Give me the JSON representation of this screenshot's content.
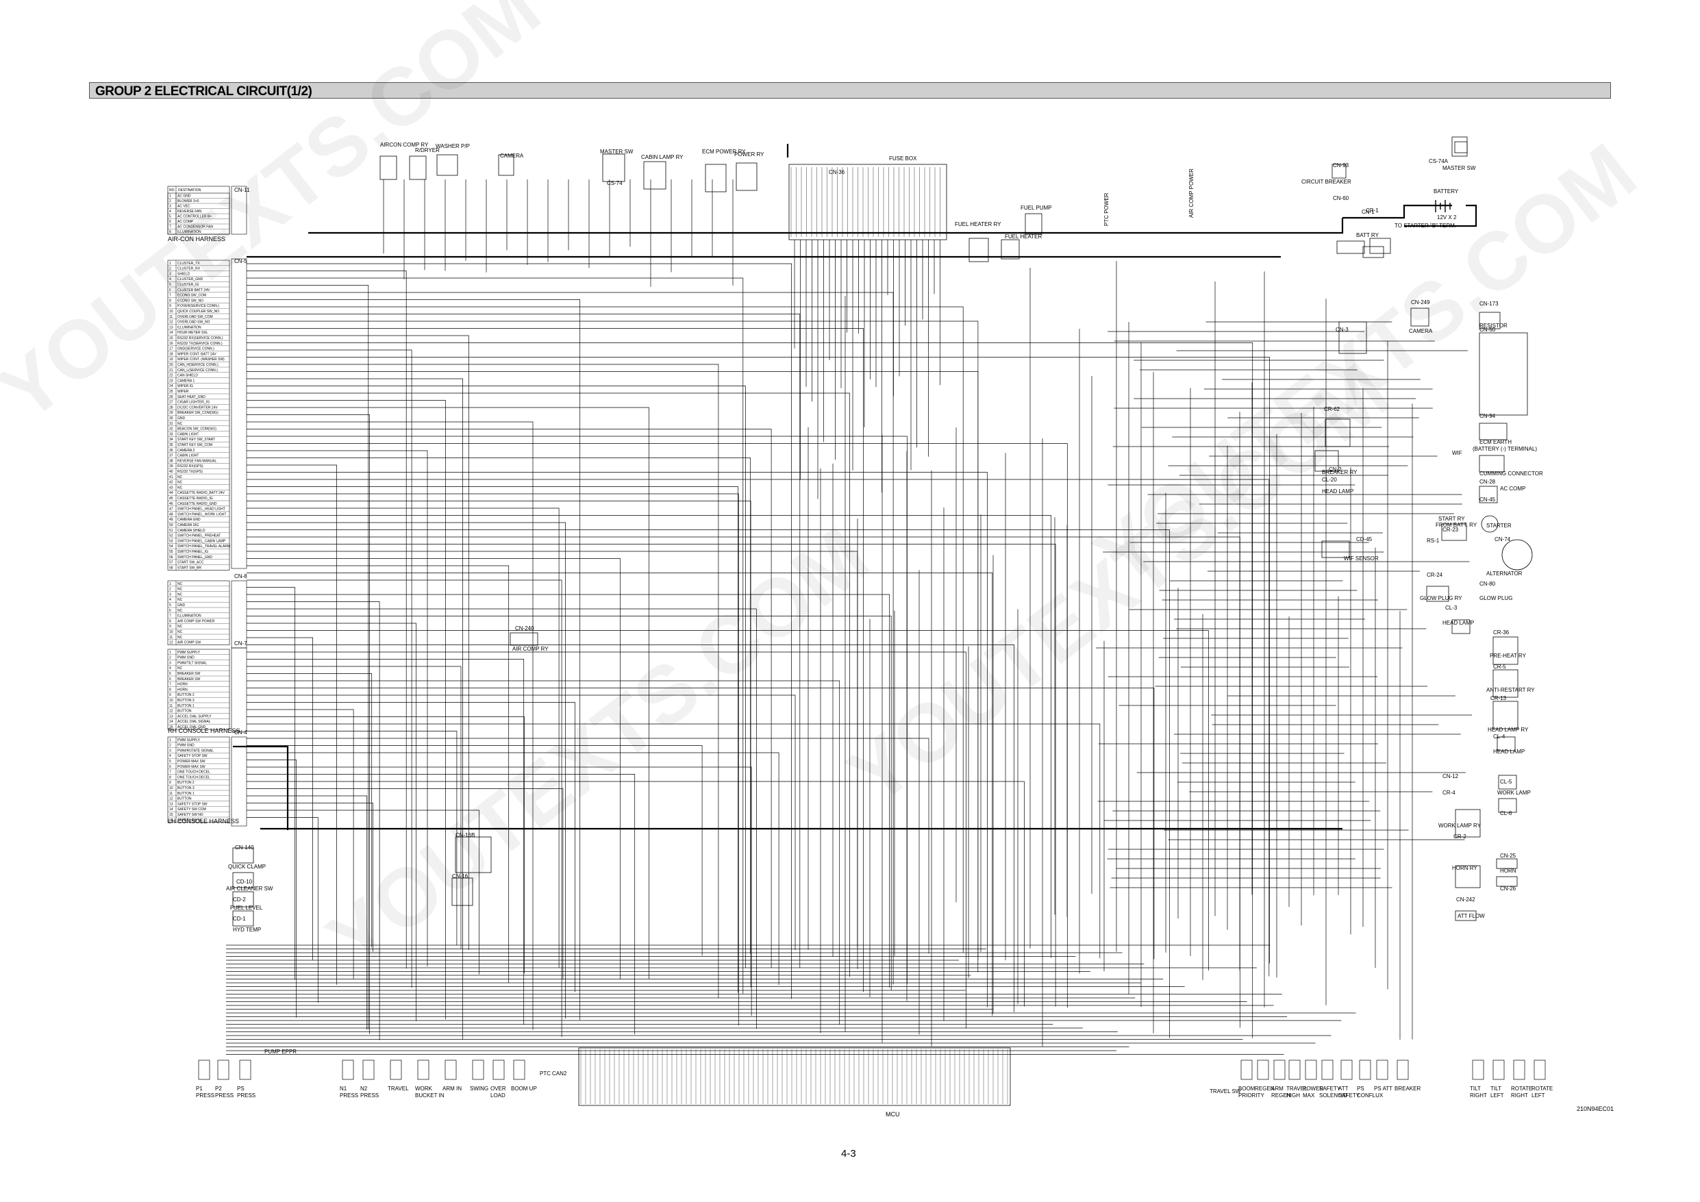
{
  "header": {
    "title": "GROUP  2  ELECTRICAL CIRCUIT(1/2)"
  },
  "footer": {
    "page_number": "4-3",
    "drawing_code": "210N94EC01"
  },
  "watermark": {
    "text": "YOUTEXTS.COM"
  },
  "colors": {
    "line": "#000000",
    "header_fill": "#cfcfcf",
    "background": "#ffffff"
  },
  "harnesses": {
    "aircon": {
      "connector": "CN-11",
      "caption": "AIR-CON HARNESS",
      "header": [
        "NO.",
        "DESTINATION"
      ],
      "rows": [
        "AC GND",
        "BLOWER 3+5",
        "AC VEC",
        "REVERSE FAN",
        "AC CONTROLLER B+",
        "AC COMP",
        "AC CONDENSOR FAN",
        "ILLUMINATION"
      ]
    },
    "cn5": {
      "connector": "CN-5",
      "rows": [
        "CLUSTER_TX",
        "CLUSTER_RX",
        "SHIELD",
        "CLUSTER_GND",
        "CLUSTER_IG",
        "CLUSTER BATT 24V",
        "ECONO SW_COM",
        "ECONO SW_NO",
        "P.OVER(SERVICE CONN.)",
        "QUICK COUPLER SW_NO",
        "OVERLOAD SW_COM",
        "OVERLOAD SW_NO",
        "ILLUMINATION",
        "HOUR METER SIG.",
        "RS232 RX(SERVICE CONN.)",
        "RS232 TX(SERVICE CONN.)",
        "GND(SERVICE CONN.)",
        "WIPER CONT. BATT 24V",
        "WIPER CONT. (WASHER SW)",
        "CAN_H(SERVICE CONN.)",
        "CAN_L(SERVICE CONN.)",
        "CAN SHIELD",
        "CAMERA 1",
        "WIPER IG",
        "WIPER",
        "SEAT HEAT_GND",
        "CIGAR LIGHTER_IG",
        "DC/DC CONVERTER 24V",
        "BREAKER SW_COM(SIG)",
        "GND",
        "NC",
        "BEACON SW_COM(SIG)",
        "CABIN LIGHT",
        "START KEY SW_START",
        "START KEY SW_COM",
        "CAMERA 2",
        "CABIN LIGHT",
        "REVERSE FAN MANUAL",
        "RS232 RX(GPS)",
        "RS232 TX(GPS)",
        "NC",
        "NC",
        "NC",
        "CASSETTE RADIO_BATT 24V",
        "CASSETTE RADIO_IG",
        "CASSETTE RADIO_GND",
        "SWITCH PANEL_HEAD LIGHT",
        "SWITCH PANEL_WORK LIGHT",
        "CAMERA GND",
        "CAMERA SIG",
        "CAMERA SHIELD",
        "SWITCH PANEL_PREHEAT",
        "SWITCH PANEL_CABIN LAMP",
        "SWITCH PANEL_TRAVEL ALARM",
        "SWITCH PANEL_IG",
        "SWITCH PANEL_GND",
        "START SW_ACC",
        "START SW_BR"
      ]
    },
    "cn8": {
      "connector": "CN-8",
      "rows": [
        "NC",
        "NC",
        "NC",
        "NC",
        "GND",
        "NC",
        "ILLUMINATION",
        "AIR COMP SW POWER",
        "NC",
        "NC",
        "NC",
        "AIR COMP SW"
      ]
    },
    "rh_console": {
      "connector": "CN-7",
      "caption": "RH CONSOLE HARNESS",
      "rows": [
        "PWM SUPPLY",
        "PWM GND",
        "PWM/TILT SIGNAL",
        "NC",
        "BREAKER SW",
        "BREAKER SW",
        "HORN",
        "HORN",
        "BUTTON 2",
        "BUTTON 3",
        "BUTTON 1",
        "BUTTON",
        "ACCEL DIAL SUPPLY",
        "ACCEL DIAL SIGNAL",
        "ACCEL DIAL GND"
      ]
    },
    "lh_console": {
      "connector": "CN-4",
      "caption": "LH CONSOLE HARNESS",
      "rows": [
        "PWM SUPPLY",
        "PWM GND",
        "PWM/ROTATE SIGNAL",
        "SAFETY STOP SW",
        "POWER MAX SW",
        "POWER MAX SW",
        "ONE TOUCH DECEL",
        "ONE TOUCH DECEL",
        "BUTTON 2",
        "BUTTON 3",
        "BUTTON 1",
        "BUTTON",
        "SAFETY STOP SW",
        "SAFETY SW COM",
        "SAFETY SW NO",
        "SAFETY SW NC"
      ]
    }
  },
  "fusebox": {
    "label": "FUSE BOX"
  },
  "mcu": {
    "label": "MCU"
  },
  "component_labels": {
    "aircon_comp_ry": "AIRCON COMP RY",
    "rdryer": "R/DRYER",
    "washer_pp": "WASHER P/P",
    "camera_top": "CAMERA",
    "master_sw_top": "MASTER SW",
    "cabin_lamp_ry": "CABIN LAMP RY",
    "ecm_power_ry": "ECM POWER RY",
    "power_ry": "POWER RY",
    "fuel_pump": "FUEL PUMP",
    "fuel_heater_ry": "FUEL HEATER RY",
    "fuel_heater": "FUEL HEATER",
    "ptc_power": "PTC POWER",
    "air_comp_power": "AIR COMP POWER",
    "master_sw_right": "MASTER SW",
    "circuit_breaker": "CIRCUIT BREAKER",
    "battery": "BATTERY",
    "battery_spec": "12V X 2",
    "to_starter": "TO STARTER \"B\" TERM.",
    "batt_ry": "BATT RY",
    "camera_right": "CAMERA",
    "resistor": "RESISTOR",
    "breaker_ry": "BREAKER RY",
    "head_lamp_1": "HEAD LAMP",
    "ecm_earth": "ECM EARTH",
    "ecm_earth_note": "(BATTERY (-) TERMINAL)",
    "wif": "WIF",
    "cumming_connector": "CUMMING CONNECTOR",
    "ac_comp": "AC COMP",
    "start_ry": "START RY",
    "from_batt_ry": "FROM BATT. RY",
    "starter": "STARTER",
    "wif_sensor": "WIF SENSOR",
    "alternator": "ALTERNATOR",
    "glow_plug_ry": "GLOW PLUG RY",
    "glow_plug": "GLOW PLUG",
    "head_lamp_2": "HEAD LAMP",
    "pre_heat_ry": "PRE-HEAT RY",
    "anti_restart_ry": "ANTI-RESTART RY",
    "head_lamp_ry": "HEAD LAMP RY",
    "head_lamp_3": "HEAD LAMP",
    "work_lamp": "WORK LAMP",
    "work_lamp_ry": "WORK LAMP RY",
    "horn_ry": "HORN RY",
    "horn": "HORN",
    "att_flow": "ATT FLOW",
    "air_comp_ry": "AIR COMP RY",
    "quick_clamp": "QUICK CLAMP",
    "air_cleaner_sw": "AIR CLEANER SW",
    "fuel_level": "FUEL LEVEL",
    "hyd_temp": "HYD TEMP",
    "ptc": "PTC",
    "can2": "CAN2",
    "travel_sw": "TRAVEL SW",
    "pump_eppr": "PUMP EPPR"
  },
  "connector_ids": {
    "cn3": "CN-3",
    "cn2": "CN-2",
    "cn1": "CN-1",
    "cn36": "CN-36",
    "cn93": "CN-93",
    "cn60": "CN-60",
    "cn74": "CN-74",
    "cn45": "CN-45",
    "cn80": "CN-80",
    "cn173": "CN-173",
    "cn249": "CN-249",
    "cn50": "CN-50",
    "cn94": "CN-94",
    "cn28": "CN-28",
    "cn242": "CN-242",
    "cn240": "CN-240",
    "cn16": "CN-16",
    "cn16b": "CN-16B",
    "cn140": "CN-140",
    "cn12": "CN-12",
    "cn25": "CN-25",
    "cn26": "CN-26",
    "cr1": "CR-1",
    "cr2": "CR-2",
    "cr4": "CR-4",
    "cr5": "CR-5",
    "cr13": "CR-13",
    "cr23": "CR-23",
    "cr24": "CR-24",
    "cr36": "CR-36",
    "cr62": "CR-62",
    "rs1": "RS-1",
    "cl3": "CL-3",
    "cl4": "CL-4",
    "cl5": "CL-5",
    "cl6": "CL-6",
    "cl20": "CL-20",
    "cd1": "CD-1",
    "cd2": "CD-2",
    "cd10": "CD-10",
    "cd45": "CD-45",
    "cs74": "CS-74",
    "cs74a": "CS-74A"
  },
  "bottom_sensors": [
    [
      "P1",
      "PRESS"
    ],
    [
      "P2",
      "PRESS"
    ],
    [
      "PS",
      "PRESS"
    ],
    [
      "N1",
      "PRESS"
    ],
    [
      "N2",
      "PRESS"
    ],
    [
      "TRAVEL",
      ""
    ],
    [
      "WORK",
      "BUCKET IN"
    ],
    [
      "ARM IN",
      ""
    ],
    [
      "SWING",
      ""
    ],
    [
      "OVER",
      "LOAD"
    ],
    [
      "BOOM UP",
      ""
    ],
    [
      "BOOM",
      "PRIORITY"
    ],
    [
      "REGEN",
      ""
    ],
    [
      "ARM",
      "REGEN"
    ],
    [
      "TRAVEL",
      "HIGH"
    ],
    [
      "POWER",
      "MAX"
    ],
    [
      "SAFETY",
      "SOLENOID"
    ],
    [
      "ATT",
      "SAFETY"
    ],
    [
      "PS",
      "CONFLUX"
    ],
    [
      "PS ATT",
      ""
    ],
    [
      "BREAKER",
      ""
    ],
    [
      "TILT",
      "RIGHT"
    ],
    [
      "TILT",
      "LEFT"
    ],
    [
      "ROTATE",
      "RIGHT"
    ],
    [
      "ROTATE",
      "LEFT"
    ]
  ]
}
